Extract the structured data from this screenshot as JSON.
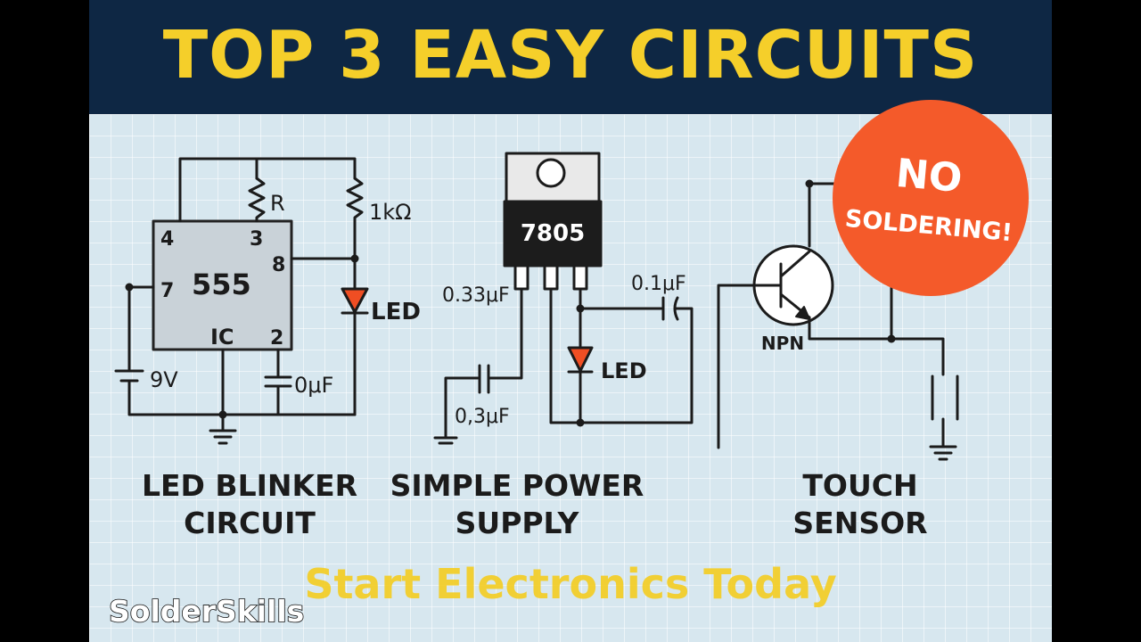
{
  "title": "TOP 3 EASY CIRCUITS",
  "badge": {
    "line1": "NO",
    "line2": "SOLDERING!",
    "color": "#f45a2a"
  },
  "circuits": [
    {
      "caption_line1": "LED BLINKER",
      "caption_line2": "CIRCUIT",
      "labels": {
        "chip": "555",
        "ic": "IC",
        "pin4": "4",
        "pin3": "3",
        "pin8": "8",
        "pin7": "7",
        "pin2": "2",
        "resistor_r": "R",
        "resistor_1k": "1kΩ",
        "led": "LED",
        "battery": "9V",
        "capacitor": "0μF"
      }
    },
    {
      "caption_line1": "SIMPLE POWER",
      "caption_line2": "SUPPLY",
      "labels": {
        "regulator": "7805",
        "cap_in": "0.33μF",
        "cap_out": "0.1μF",
        "cap_bottom": "0,3μF",
        "led": "LED"
      }
    },
    {
      "caption_line1": "TOUCH",
      "caption_line2": "SENSOR",
      "labels": {
        "transistor": "NPN"
      }
    }
  ],
  "tagline": "Start Electronics Today",
  "watermark": "SolderSkills",
  "colors": {
    "banner": "#0e2744",
    "title": "#f5cf2a",
    "board": "#d7e7ef",
    "led": "#f04e23",
    "tagline": "#f4cd25"
  }
}
